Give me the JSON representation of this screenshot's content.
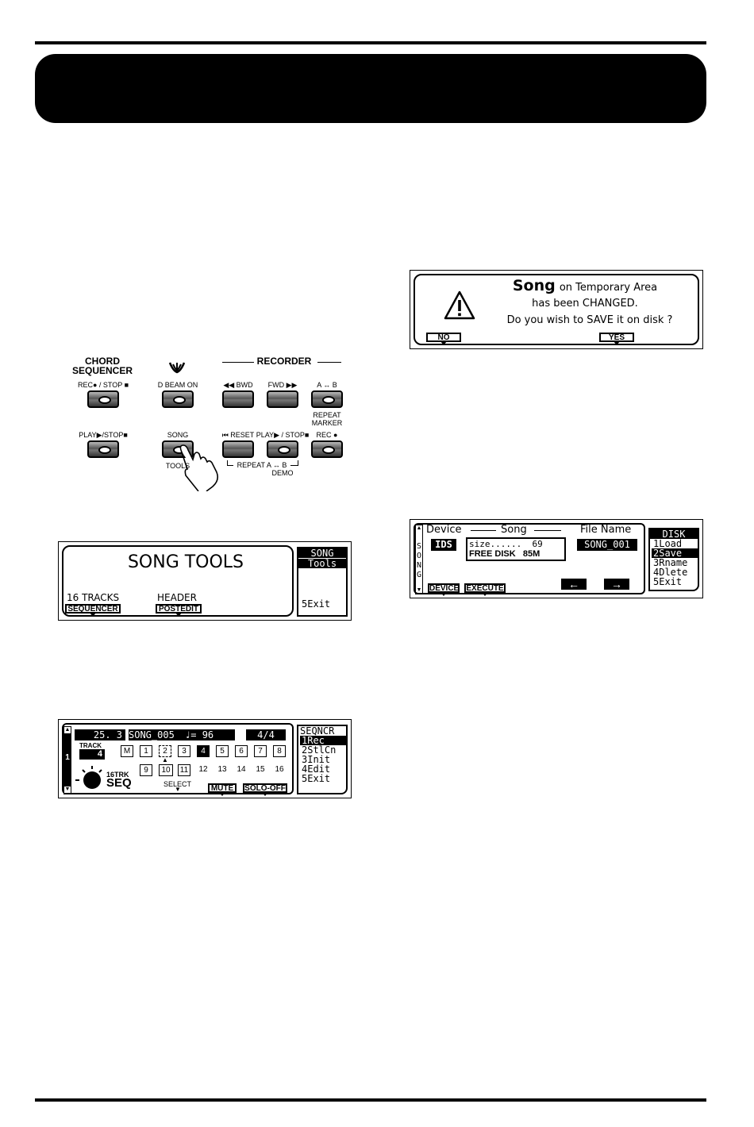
{
  "panel": {
    "chord_title_1": "CHORD",
    "chord_title_2": "SEQUENCER",
    "recorder_title": "RECORDER",
    "btn_rec_stop": "REC● / STOP ■",
    "btn_dbeam": "D BEAM ON",
    "btn_bwd": "◀◀ BWD",
    "btn_fwd": "FWD ▶▶",
    "btn_ab": "A ↔ B",
    "repeat_1": "REPEAT",
    "repeat_2": "MARKER",
    "btn_play_stop_left": "PLAY▶/STOP■",
    "btn_song": "SONG",
    "tools_label": "TOOLS",
    "btn_reset": "⏮ RESET",
    "btn_play_stop": "PLAY▶ / STOP■",
    "btn_rec": "REC ●",
    "repeat_ab": "REPEAT A ↔ B",
    "demo": "DEMO"
  },
  "song_tools": {
    "title": "SONG TOOLS",
    "left_label": "16 TRACKS",
    "left_tab": "SEQUENCER",
    "mid_label": "HEADER",
    "mid_tab": "POSTEDIT",
    "menu_title_1": "SONG",
    "menu_title_2": "Tools",
    "menu_exit": "5Exit"
  },
  "seq": {
    "position": "25.  3",
    "song_name": "SONG_005",
    "tempo": "♩= 96",
    "meter": "4/4",
    "side_num": "1",
    "track_label": "TRACK",
    "track_num": "4",
    "trk_label": "16TRK",
    "seq_label": "SEQ",
    "tracks_row1": [
      "M",
      "1",
      "2",
      "3",
      "4",
      "5",
      "6",
      "7",
      "8"
    ],
    "tracks_row2": [
      "9",
      "10",
      "11",
      "12",
      "13",
      "14",
      "15",
      "16"
    ],
    "select_label": "SELECT",
    "mute_tab": "MUTE",
    "solo_tab": "SOLO-OFF",
    "menu_title": "SEQNCR",
    "menu": [
      "1Rec",
      "2StlCn",
      "3Init",
      "4Edit",
      "5Exit"
    ]
  },
  "warning": {
    "song_word": "Song",
    "line1_rest": "on Temporary Area",
    "line2": "has been CHANGED.",
    "line3": "Do you wish to SAVE it on disk ?",
    "no_tab": "NO",
    "yes_tab": "YES"
  },
  "disk": {
    "side_label": "SONG",
    "device_label": "Device",
    "song_label": "Song",
    "filename_label": "File Name",
    "device_value": "IDS",
    "size_line": "size......  69",
    "free_line": "FREE DISK   85M",
    "filename_value": "SONG_001",
    "device_tab": "DEVICE",
    "execute_tab": "EXECUTE",
    "left_arrow": "←",
    "right_arrow": "→",
    "menu_title": "DISK",
    "menu": [
      "1Load",
      "2Save",
      "3Rname",
      "4Dlete",
      "5Exit"
    ]
  }
}
